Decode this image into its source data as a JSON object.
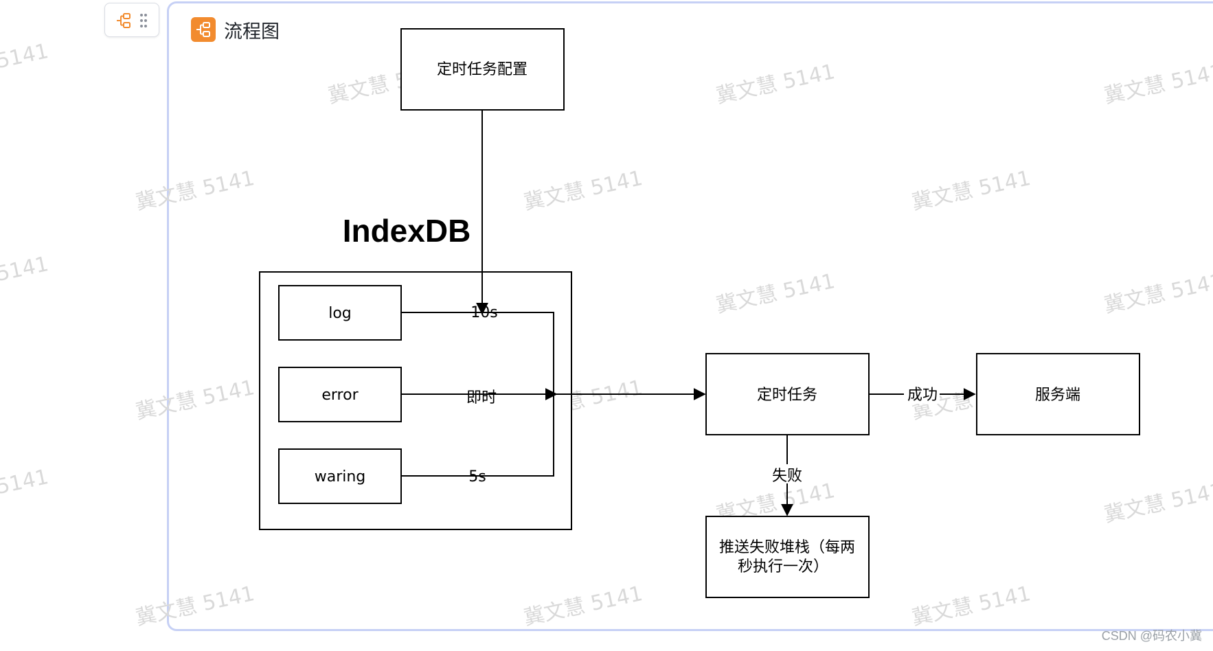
{
  "app": {
    "title": "流程图",
    "accent_color": "#f28b2e",
    "frame_color": "#c6d0f5",
    "title_icon": "flowchart-icon",
    "handle_icons": [
      "flowchart-icon",
      "drag-grip-icon"
    ]
  },
  "diagram": {
    "group_title": "IndexDB",
    "nodes": {
      "config": "定时任务配置",
      "log": "log",
      "error": "error",
      "waring": "waring",
      "task": "定时任务",
      "server": "服务端",
      "stack_line1": "推送失败堆栈（每两",
      "stack_line2": "秒执行一次）"
    },
    "edges": {
      "log": "10s",
      "error": "即时",
      "waring": "5s",
      "success": "成功",
      "fail": "失败"
    }
  },
  "watermark": "冀文慧 5141",
  "footer": "CSDN @码农小冀"
}
